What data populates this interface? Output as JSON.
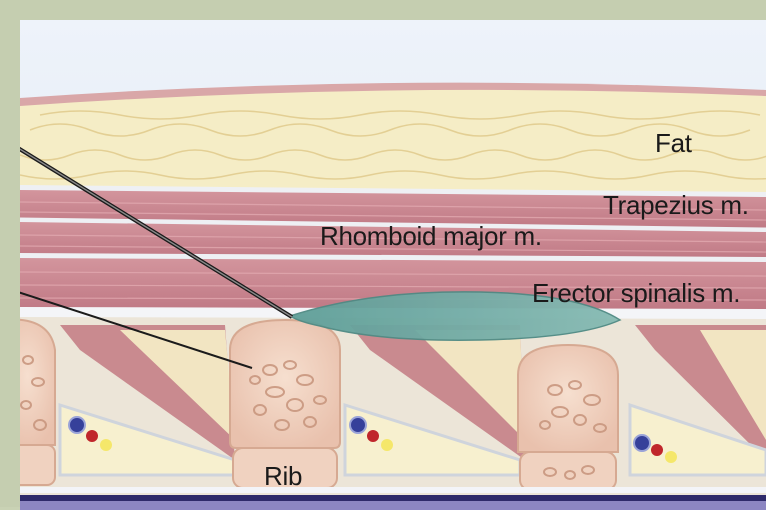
{
  "labels": {
    "fat": "Fat",
    "trapezius": "Trapezius m.",
    "rhomboid": "Rhomboid major m.",
    "erector": "Erector spinalis m.",
    "rib": "Rib"
  },
  "colors": {
    "frame": "#c5ceb0",
    "sky": "#e2ecf6",
    "skin": "#e8c6c4",
    "fat": "#f5edc6",
    "muscle": "#c88590",
    "fascia": "#e6e9ee",
    "injectate": "#6fa9a2",
    "bone": "#f0d2c0",
    "pleura": "#2e2a6a",
    "nerve": "#f5e76a",
    "artery": "#c0262b",
    "vein": "#36409a"
  },
  "icons": {
    "needle": "needle-icon",
    "probe_line": "pointer-line-icon"
  }
}
